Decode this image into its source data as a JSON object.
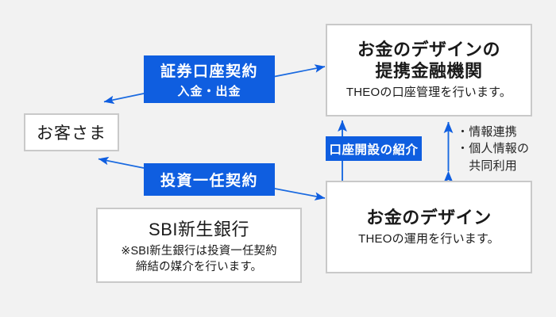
{
  "diagram": {
    "title_hidden": "",
    "colors": {
      "background": "#f2f2f2",
      "accent_blue": "#0f5ee0",
      "box_border": "#c9c9c9",
      "box_fill": "#ffffff",
      "text_dark": "#1a1a1a"
    },
    "nodes": {
      "customer": {
        "label": "お客さま"
      },
      "partner_institution": {
        "title_line1": "お金のデザインの",
        "title_line2": "提携金融機関",
        "subtitle": "THEOの口座管理を行います。"
      },
      "money_design": {
        "title": "お金のデザイン",
        "subtitle": "THEOの運用を行います。"
      },
      "sbi_bank": {
        "title": "SBI新生銀行",
        "note_line1": "※SBI新生銀行は投資一任契約",
        "note_line2": "締結の媒介を行います。"
      }
    },
    "labels": {
      "securities_account": {
        "main": "証券口座契約",
        "sub": "入金・出金"
      },
      "discretionary_contract": {
        "main": "投資一任契約"
      },
      "account_opening_referral": {
        "main": "口座開設の紹介"
      }
    },
    "annotations": {
      "data_sharing": {
        "line1": "・情報連携",
        "line2": "・個人情報の",
        "line3": "　共同利用"
      }
    }
  }
}
